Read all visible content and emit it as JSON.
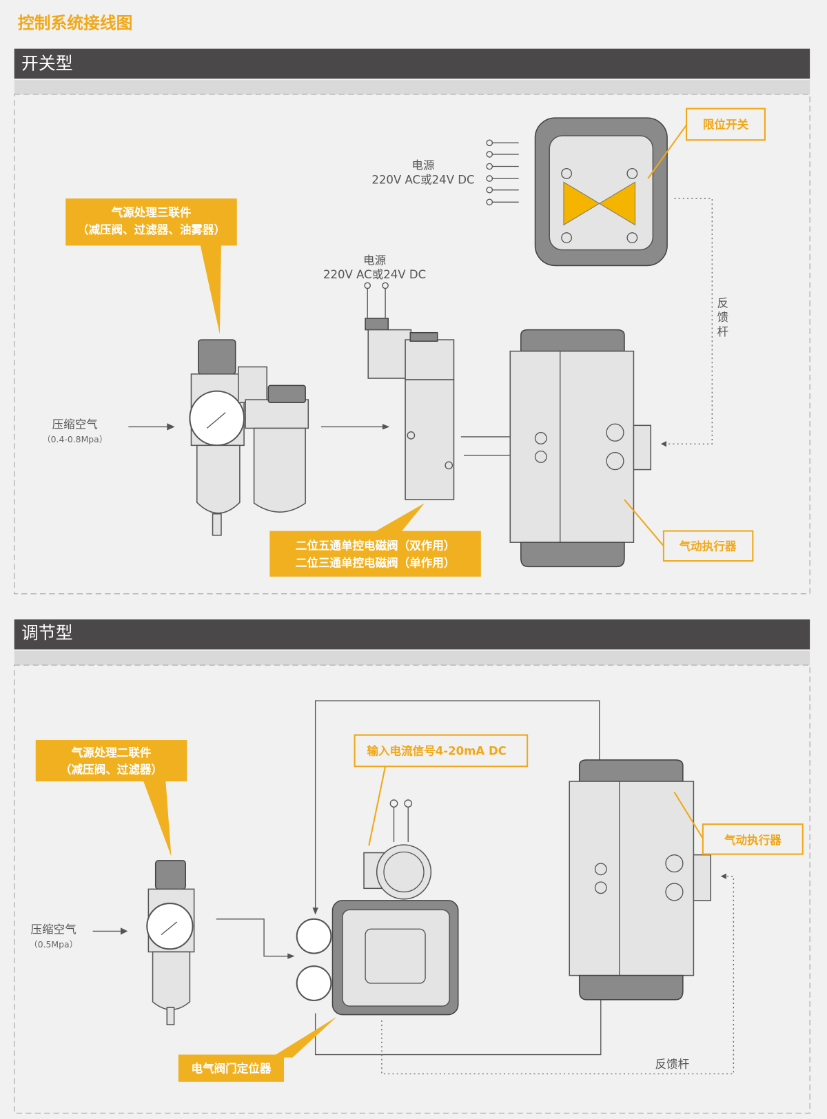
{
  "title": "控制系统接线图",
  "section_switch": {
    "heading": "开关型",
    "frl_callout": [
      "气源处理三联件",
      "（减压阀、过滤器、油雾器）"
    ],
    "air_label": "压缩空气",
    "air_pressure": "（0.4-0.8Mpa）",
    "valve_power_label": "电源",
    "valve_power_spec": "220V AC或24V DC",
    "switch_power_label": "电源",
    "switch_power_spec": "220V AC或24V DC",
    "limit_switch_callout": "限位开关",
    "valve_callout": [
      "二位五通单控电磁阀（双作用）",
      "二位三通单控电磁阀（单作用）"
    ],
    "feedback_label": [
      "反",
      "馈",
      "杆"
    ],
    "actuator_callout": "气动执行器"
  },
  "section_regulating": {
    "heading": "调节型",
    "fr_callout": [
      "气源处理二联件",
      "（减压阀、过滤器）"
    ],
    "air_label": "压缩空气",
    "air_pressure": "（0.5Mpa）",
    "signal_callout": "输入电流信号4-20mA DC",
    "actuator_callout": "气动执行器",
    "feedback_label": "反馈杆",
    "positioner_callout": "电气阀门定位器"
  },
  "colors": {
    "accent": "#f0a818",
    "header_bar": "#4a4848"
  }
}
